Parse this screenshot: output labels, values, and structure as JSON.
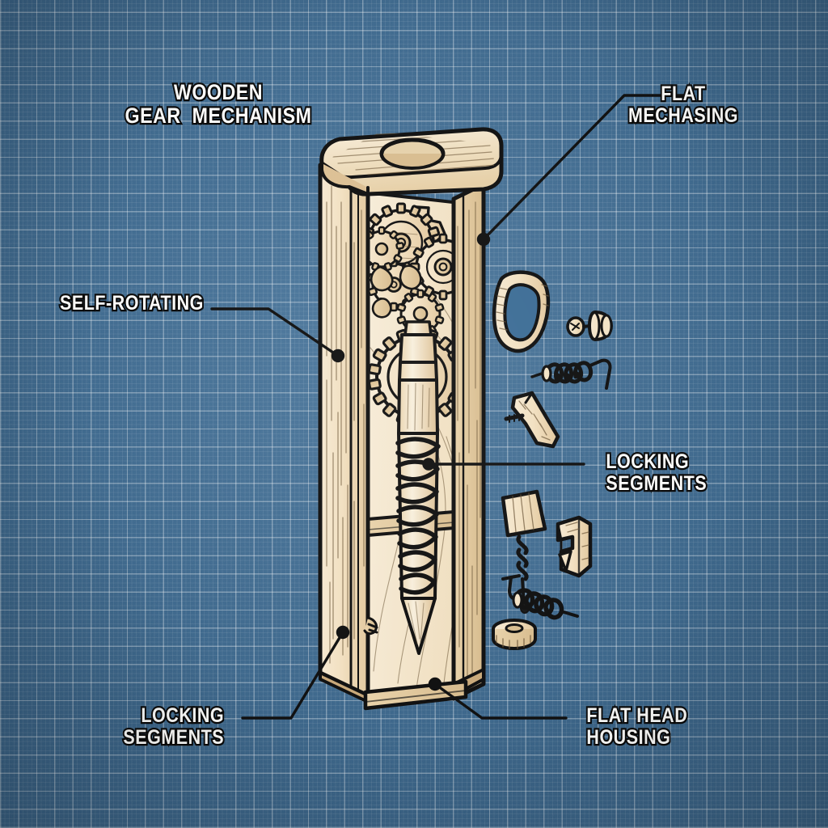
{
  "diagram": {
    "title": "WOODEN\nGEAR  MECHANISM",
    "style": "blueprint technical illustration",
    "background_color": "#3d6d96",
    "grid_color": "#8fb0ca",
    "ink_color": "#111111",
    "wood_light": "#f3e3c6",
    "wood_mid": "#e8d3ae",
    "wood_dark": "#d9bf93"
  },
  "labels": {
    "title": "WOODEN\nGEAR  MECHANISM",
    "flat_mechasing": "FLAT\nMECHASING",
    "self_rotating": "SELF-ROTATING",
    "locking_segments_right": "LOCKING\nSEGMENTS",
    "locking_segments_bottom": "LOCKING\nSEGMENTS",
    "flat_head_housing": "FLAT HEAD\nHOUSING"
  },
  "callouts": [
    {
      "name": "flat-mechasing",
      "text": "FLAT\nMECHASING",
      "target": "housing top-right shoulder"
    },
    {
      "name": "self-rotating",
      "text": "SELF-ROTATING",
      "target": "left wooden post face"
    },
    {
      "name": "locking-segments-right",
      "text": "LOCKING\nSEGMENTS",
      "target": "screw thread shank"
    },
    {
      "name": "locking-segments-bottom",
      "text": "LOCKING\nSEGMENTS",
      "target": "lower left post face"
    },
    {
      "name": "flat-head-housing",
      "text": "FLAT HEAD\nHOUSING",
      "target": "housing base plate"
    }
  ],
  "parts": [
    {
      "name": "top-cap-block",
      "description": "rounded wooden cap with round bore hole"
    },
    {
      "name": "gear-cluster",
      "description": "cluster of interlocking toothed wooden gears"
    },
    {
      "name": "ring-gear",
      "description": "large circular gear around screw shank"
    },
    {
      "name": "threaded-screw",
      "description": "large wooden screw with helical thread and pointed tip"
    },
    {
      "name": "cross-brace",
      "description": "horizontal wooden brace crossing the shank"
    },
    {
      "name": "left-post",
      "description": "vertical wooden post, left side of housing"
    },
    {
      "name": "right-post",
      "description": "vertical wooden post, right side of housing"
    },
    {
      "name": "base-plate",
      "description": "bottom wooden plate of housing"
    },
    {
      "name": "exploded-clamp-bracket",
      "description": "irregular ring clamp bracket"
    },
    {
      "name": "exploded-knob-pin",
      "description": "knob with small ball pin"
    },
    {
      "name": "exploded-coil-spring-upper",
      "description": "coil spring with bent wire hook"
    },
    {
      "name": "exploded-angle-bracket",
      "description": "bent angle bracket with pin"
    },
    {
      "name": "exploded-mallet-plunger",
      "description": "tapered block plunger on spring stem"
    },
    {
      "name": "exploded-c-clamp",
      "description": "C shaped clamp block"
    },
    {
      "name": "exploded-coil-spring-lower",
      "description": "coil spring on rod with hook"
    },
    {
      "name": "exploded-washer",
      "description": "round knurled washer disc"
    }
  ]
}
